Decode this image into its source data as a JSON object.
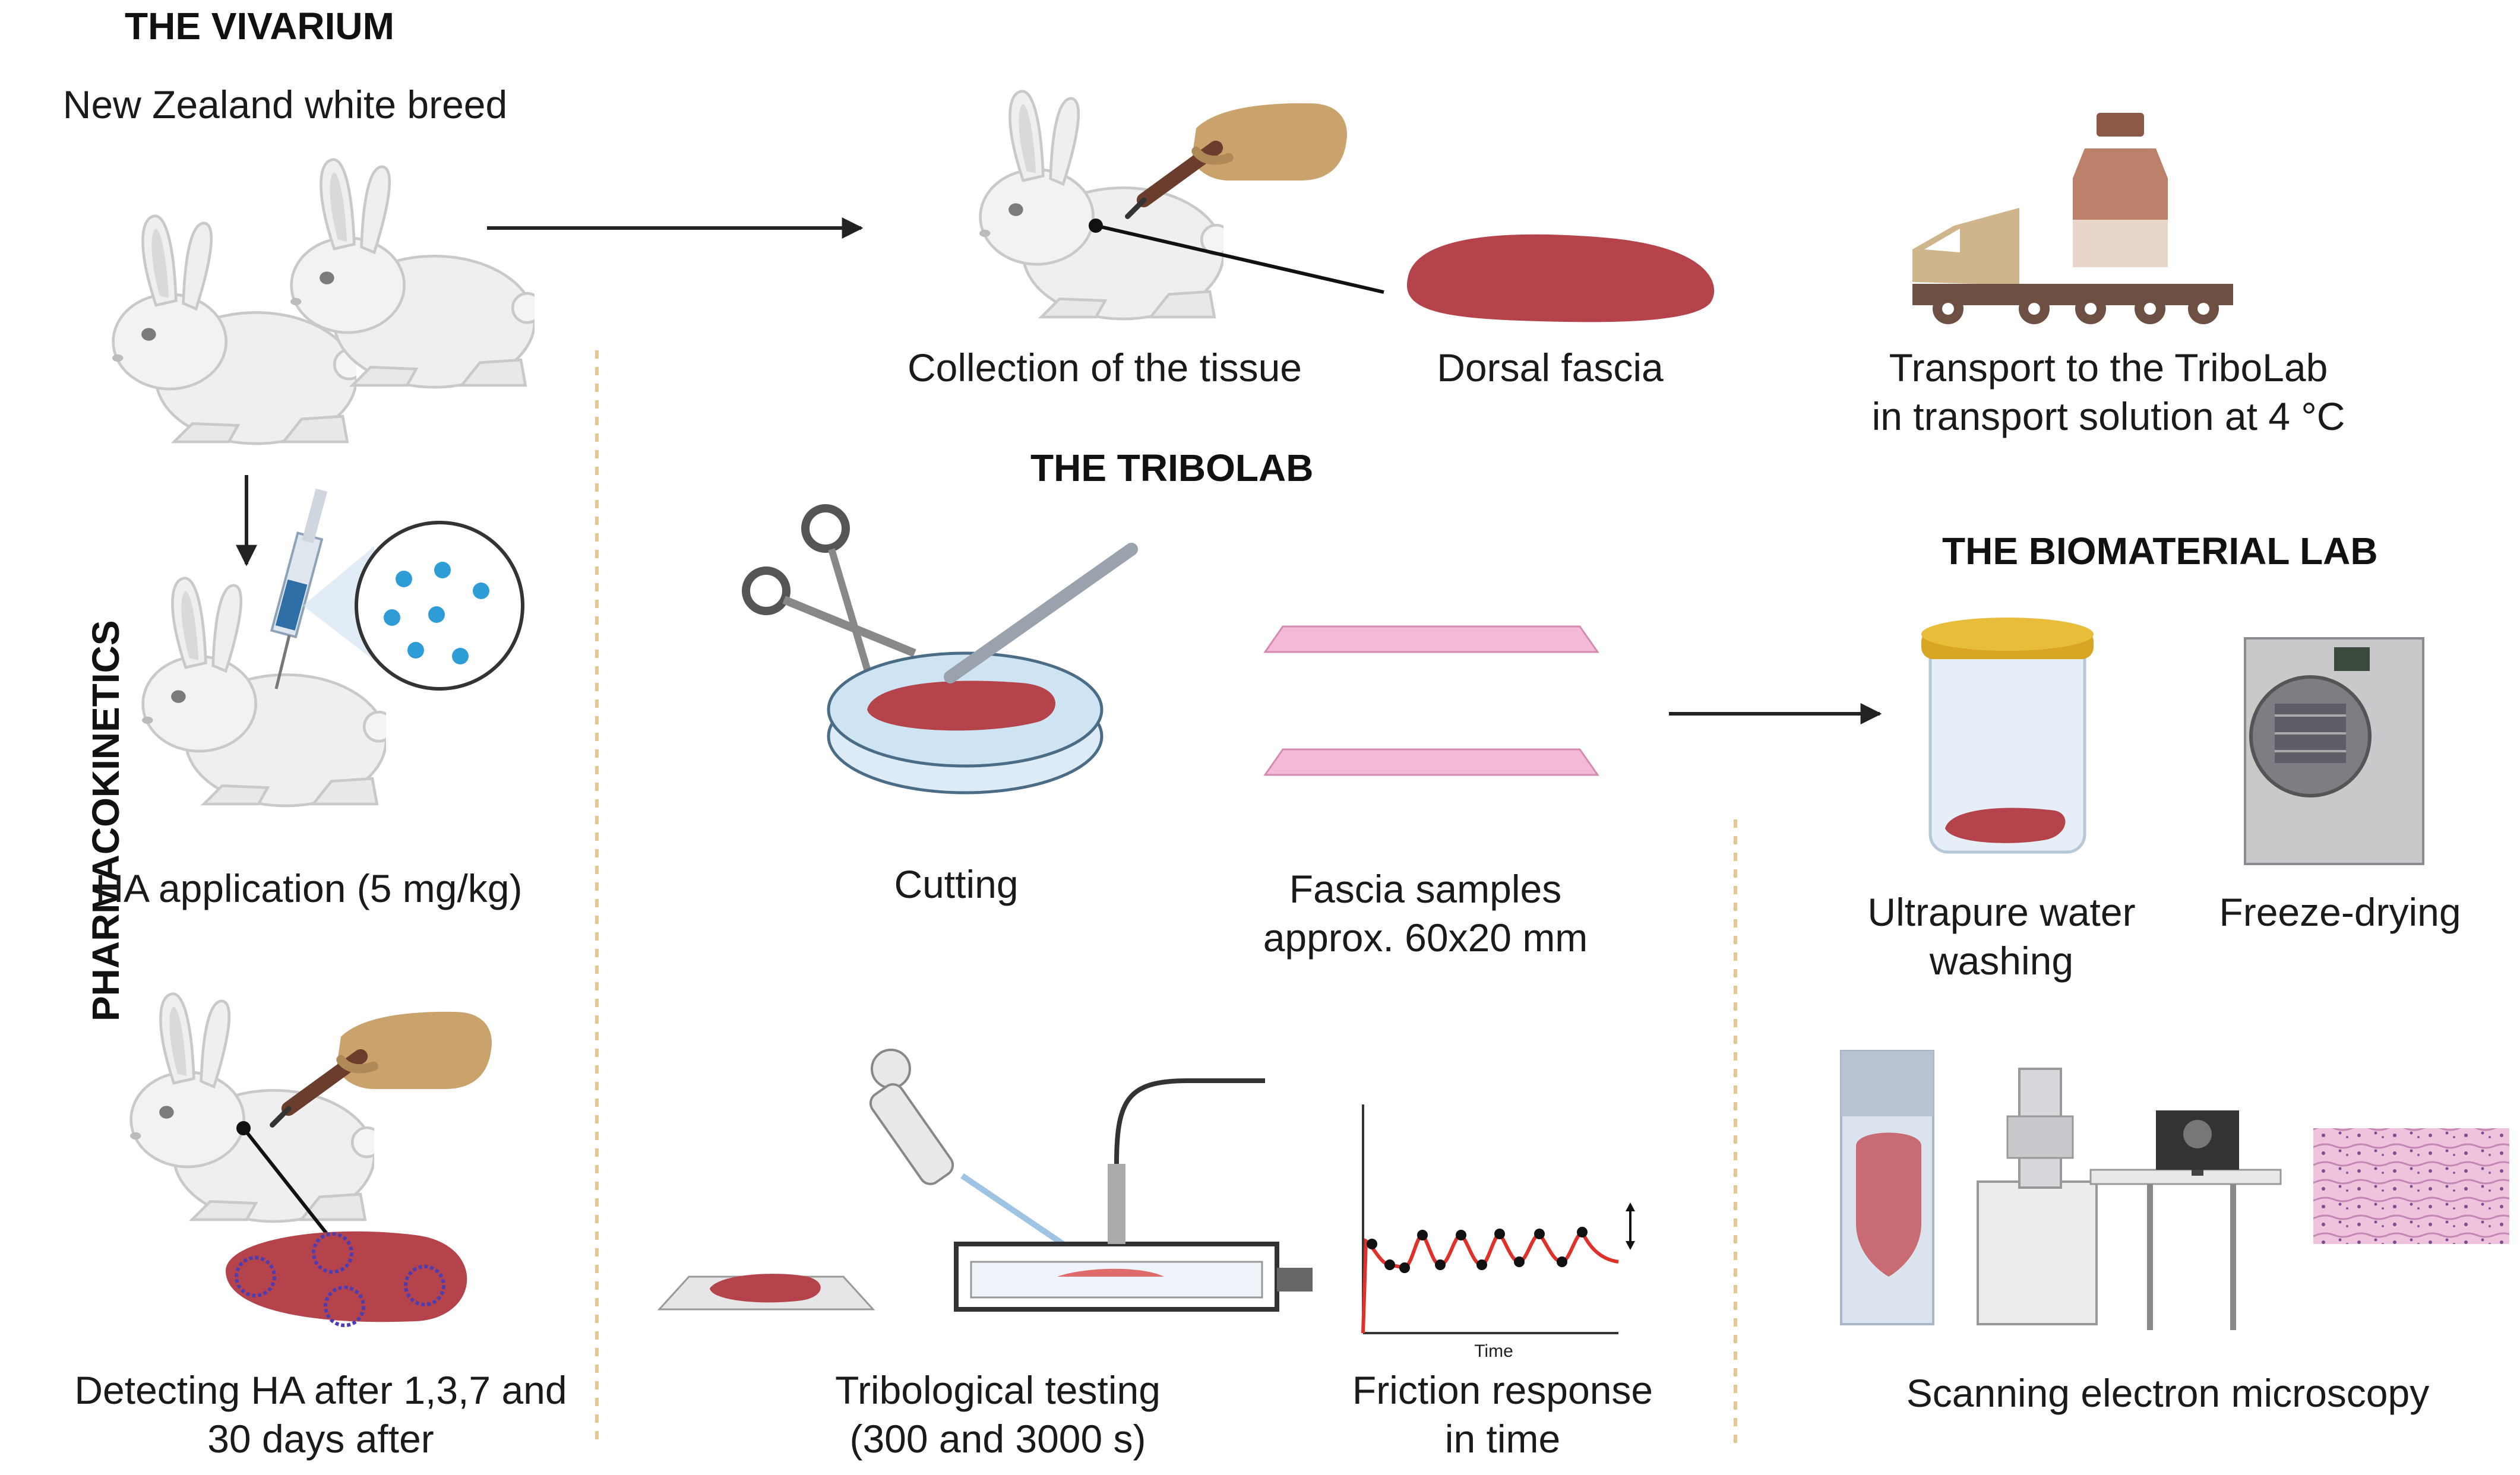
{
  "sections": {
    "vivarium": "THE VIVARIUM",
    "tribolab": "THE TRIBOLAB",
    "biomaterial_lab": "THE BIOMATERIAL LAB",
    "pharmacokinetics": "PHARMACOKINETICS"
  },
  "labels": {
    "breed": "New Zealand white breed",
    "ha_application": "HA application (5 mg/kg)",
    "detecting_line1": "Detecting HA after 1,3,7 and",
    "detecting_line2": "30 days after",
    "collection": "Collection of the tissue",
    "dorsal_fascia": "Dorsal fascia",
    "transport_line1": "Transport to the TriboLab",
    "transport_line2": "in transport solution at 4 °C",
    "cutting": "Cutting",
    "samples_line1": "Fascia samples",
    "samples_line2": "approx. 60x20 mm",
    "washing_line1": "Ultrapure water",
    "washing_line2": "washing",
    "freeze_drying": "Freeze-drying",
    "tribo_line1": "Tribological testing",
    "tribo_line2": "(300 and 3000 s)",
    "friction_line1": "Friction response",
    "friction_line2": "in time",
    "sem": "Scanning electron microscopy",
    "time_axis": "Time"
  },
  "colors": {
    "tissue": "#b5434b",
    "rabbit": "#eeeeee",
    "glove": "#c9a36b",
    "dashed_divider": "#e3c98f",
    "arrow": "#222222",
    "sample_pink": "#f4b9d6",
    "friction_curve": "#e0302a"
  },
  "icons": [
    "rabbit-icon",
    "gloved-hand-scalpel-icon",
    "syringe-icon",
    "ha-molecule-icon",
    "truck-icon",
    "vial-icon",
    "scissors-icon",
    "petri-dish-icon",
    "jar-icon",
    "freeze-dryer-icon",
    "pipette-icon",
    "tribometer-icon",
    "sem-microscope-icon",
    "monitor-icon",
    "histology-image-icon"
  ]
}
